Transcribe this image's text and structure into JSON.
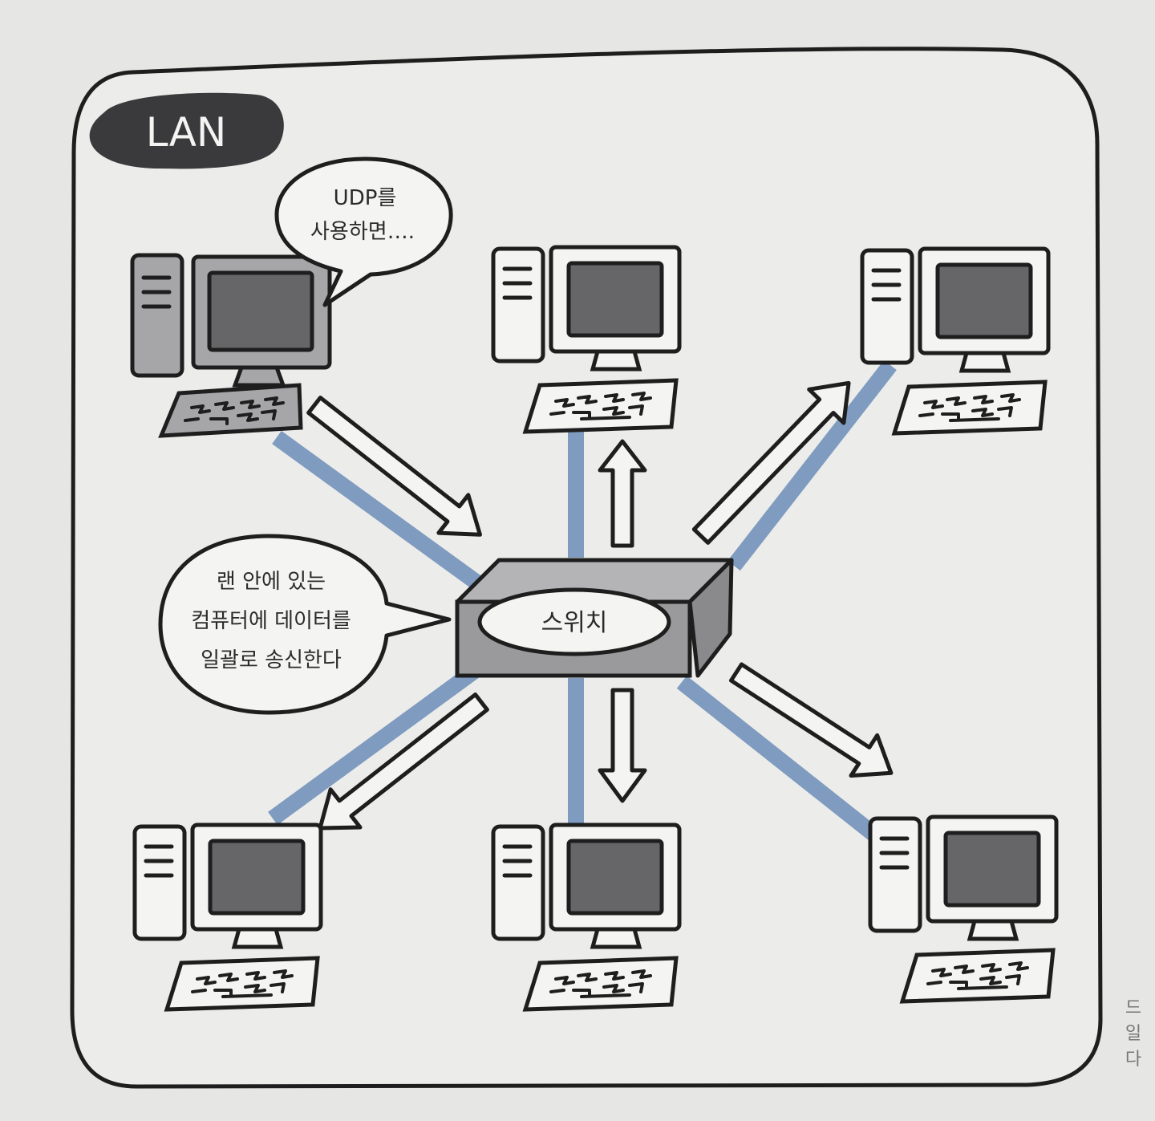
{
  "title_badge": "LAN",
  "speech_bubble_udp": {
    "line1": "UDP를",
    "line2": "사용하면…."
  },
  "speech_bubble_broadcast": {
    "line1": "랜 안에 있는",
    "line2": "컴퓨터에 데이터를",
    "line3": "일괄로 송신한다"
  },
  "switch_label": "스위치",
  "margin_chars": [
    "드",
    "일",
    "다"
  ],
  "colors": {
    "background": "#e6e6e4",
    "outline": "#1e1e1e",
    "cable": "#7f9bbf",
    "badge": "#3a3a3c",
    "screen": "#666668",
    "switch_body": "#9a9a9c"
  }
}
